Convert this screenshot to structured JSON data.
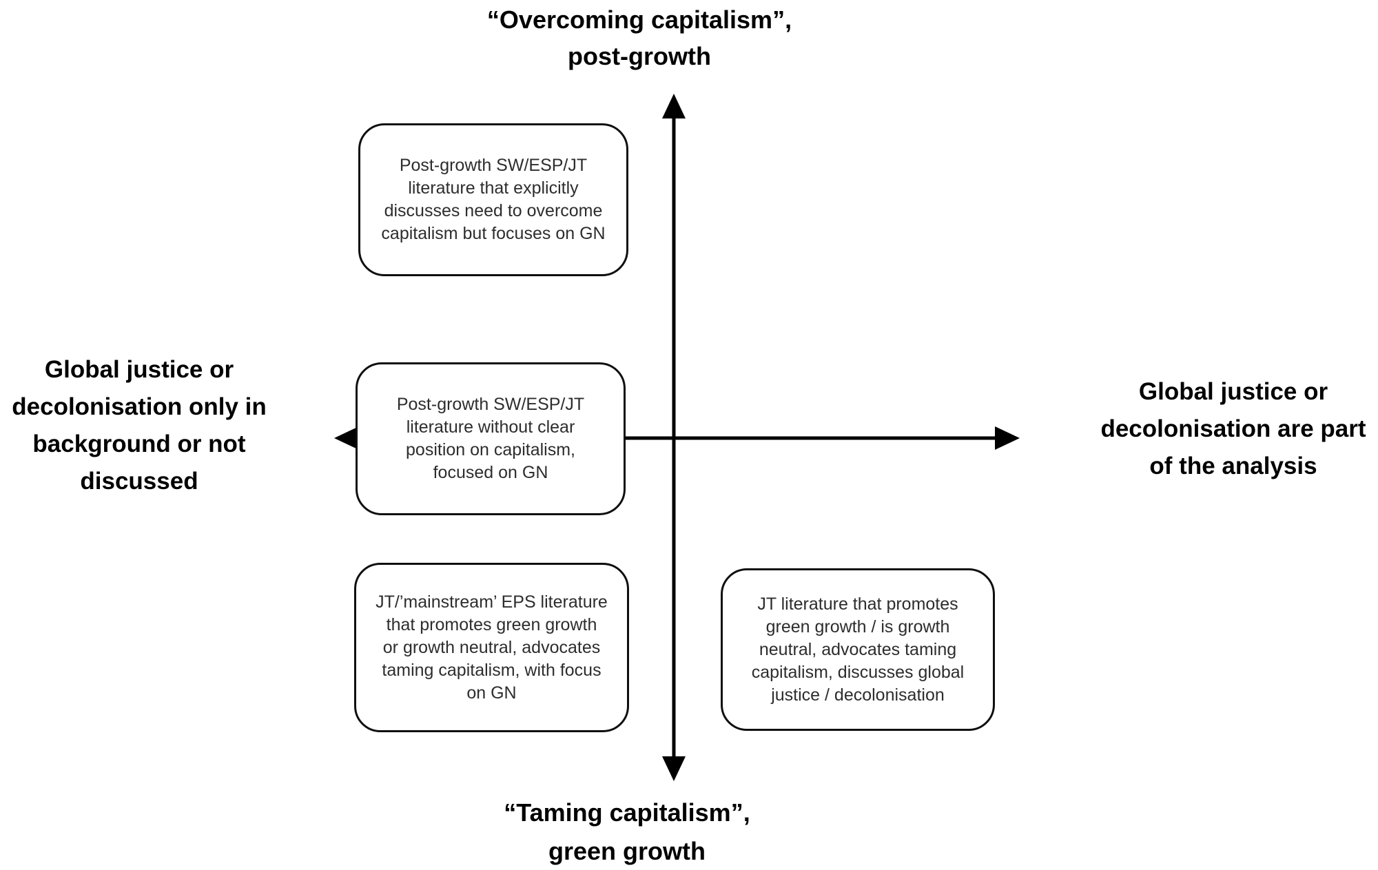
{
  "diagram": {
    "background_color": "#ffffff",
    "axis_color": "#000000",
    "box_border_color": "#0f0f0f",
    "box_fill_color": "#ffffff",
    "axis_labels": {
      "top": {
        "lines": [
          "“Overcoming capitalism”,",
          "post-growth"
        ]
      },
      "bottom": {
        "lines": [
          "“Taming capitalism”,",
          "green growth"
        ]
      },
      "left": {
        "lines": [
          "Global justice or",
          "decolonisation only in",
          "background or not",
          "discussed"
        ]
      },
      "right": {
        "lines": [
          "Global justice or",
          "decolonisation are part",
          "of the analysis"
        ]
      }
    },
    "boxes": {
      "top_left": {
        "lines": [
          "Post-growth SW/ESP/JT",
          "literature that explicitly",
          "discusses need to overcome",
          "capitalism but focuses on GN"
        ]
      },
      "middle_left": {
        "lines": [
          "Post-growth SW/ESP/JT",
          "literature without clear",
          "position on capitalism,",
          "focused on GN"
        ]
      },
      "bottom_left": {
        "lines": [
          "JT/’mainstream’ EPS literature",
          "that promotes green growth",
          "or growth neutral, advocates",
          "taming capitalism, with focus",
          "on GN"
        ]
      },
      "bottom_right": {
        "lines": [
          "JT literature that promotes",
          "green growth / is growth",
          "neutral, advocates taming",
          "capitalism, discusses global",
          "justice / decolonisation"
        ]
      }
    }
  }
}
